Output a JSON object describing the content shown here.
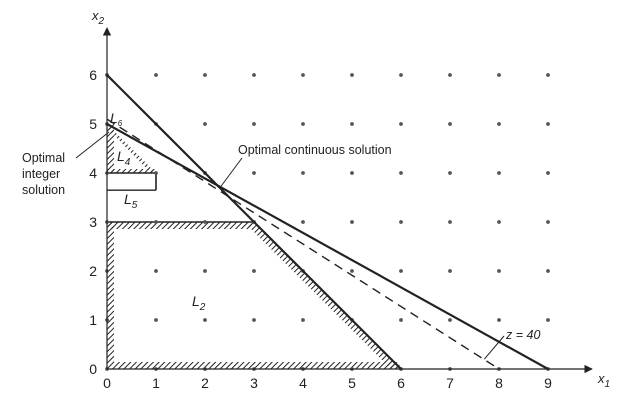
{
  "axes": {
    "x_label": "x",
    "x_sub": "1",
    "y_label": "x",
    "y_sub": "2",
    "x_ticks": [
      "0",
      "1",
      "2",
      "3",
      "4",
      "5",
      "6",
      "7",
      "8",
      "9"
    ],
    "y_ticks": [
      "0",
      "1",
      "2",
      "3",
      "4",
      "5",
      "6"
    ]
  },
  "lattice": {
    "x_max": 9,
    "y_max": 6
  },
  "constraint_lines": [
    {
      "from": [
        0,
        6
      ],
      "to": [
        6,
        0
      ]
    },
    {
      "from": [
        0,
        5
      ],
      "to": [
        9,
        0
      ]
    }
  ],
  "objective_line": {
    "from": [
      0,
      5.1
    ],
    "to": [
      8,
      0
    ],
    "label": "z = 40"
  },
  "regions": {
    "L2": {
      "label": "L",
      "sub": "2"
    },
    "L4": {
      "label": "L",
      "sub": "4"
    },
    "L5": {
      "label": "L",
      "sub": "5"
    },
    "L6": {
      "label": "L",
      "sub": "6"
    }
  },
  "annotations": {
    "optimal_continuous": "Optimal continuous solution",
    "optimal_integer_line1": "Optimal",
    "optimal_integer_line2": "integer",
    "optimal_integer_line3": "solution"
  },
  "points": {
    "optimal_continuous": [
      2.25,
      3.75
    ],
    "optimal_integer": [
      0,
      5
    ]
  },
  "colors": {
    "ink": "#222222",
    "dots": "#555555"
  }
}
